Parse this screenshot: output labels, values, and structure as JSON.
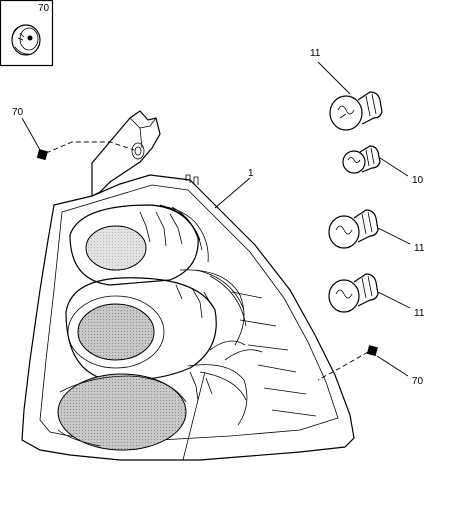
{
  "diagram": {
    "inset": {
      "ref": "70"
    },
    "callouts": {
      "housing": "1",
      "bulb_top": "11",
      "bulb_small": "10",
      "bulb_mid": "11",
      "bulb_low": "11",
      "grommet_left": "70",
      "grommet_right": "70"
    },
    "colors": {
      "lens_fill": "#b5b5b5",
      "lens_light": "#d6d6d6",
      "outline": "#000000",
      "background": "#ffffff"
    }
  }
}
